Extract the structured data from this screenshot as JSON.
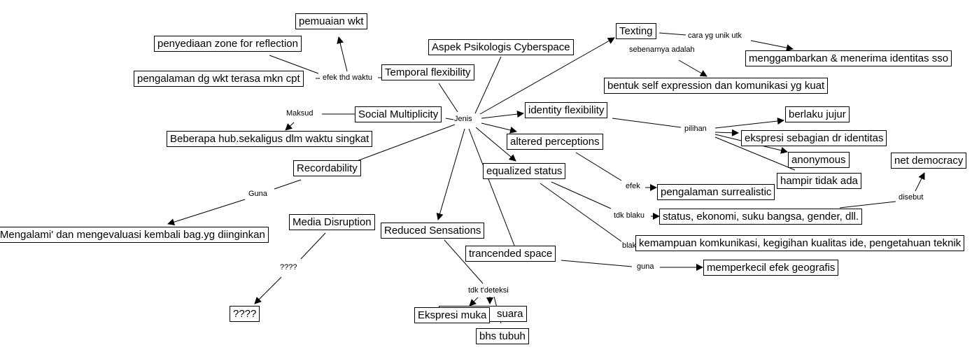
{
  "map": {
    "title": "Aspek Psikologis Cyberspace",
    "colors": {
      "line": "#000000",
      "node_border": "#000000",
      "background": "#ffffff"
    },
    "concepts": {
      "root": "Aspek Psikologis Cyberspace",
      "temporal": "Temporal flexibility",
      "pemuaian": "pemuaian wkt",
      "penyediaan": "penyediaan zone for reflection",
      "pengalaman_wkt": "pengalaman dg wkt terasa mkn cpt",
      "social": "Social Multiplicity",
      "beberapa": "Beberapa hub.sekaligus dlm waktu singkat",
      "recordability": "Recordability",
      "mengalami": "'Mengalami' dan mengevaluasi kembali bag.yg diinginkan",
      "media": "Media Disruption",
      "qmark": "????",
      "reduced": "Reduced Sensations",
      "ekspresi": "Ekspresi muka",
      "suara": "suara",
      "bhs": "bhs tubuh",
      "trancended": "trancended space",
      "memperkecil": "memperkecil efek geografis",
      "texting": "Texting",
      "menggambarkan": "menggambarkan & menerima identitas sso",
      "bentuk": "bentuk self expression dan komunikasi yg kuat",
      "identity": "identity flexibility",
      "berlaku": "berlaku jujur",
      "ekspresi_sebagian": "ekspresi sebagian dr identitas",
      "anonymous": "anonymous",
      "hampir": "hampir tidak ada",
      "altered": "altered perceptions",
      "surrealistic": "pengalaman surrealistic",
      "equalized": "equalized status",
      "status_list": "status, ekonomi, suku bangsa, gender, dll.",
      "kemampuan": "kemampuan komkunikasi, kegigihan kualitas ide, pengetahuan teknik",
      "net_democracy": "net democracy"
    },
    "linking_phrases": {
      "jenis": "Jenis",
      "efek_waktu": "efek thd waktu",
      "maksud": "Maksud",
      "guna_rec": "Guna",
      "qmark_link": "????",
      "tdk_terdeteksi": "tdk t'deteksi",
      "guna_space": "guna",
      "cara": "cara yg unik utk",
      "sebenarnya": "sebenarnya adalah",
      "pilihan": "pilihan",
      "efek": "efek",
      "tdk_blaku": "tdk blaku",
      "blaku": "blaku",
      "disebut": "disebut"
    }
  }
}
